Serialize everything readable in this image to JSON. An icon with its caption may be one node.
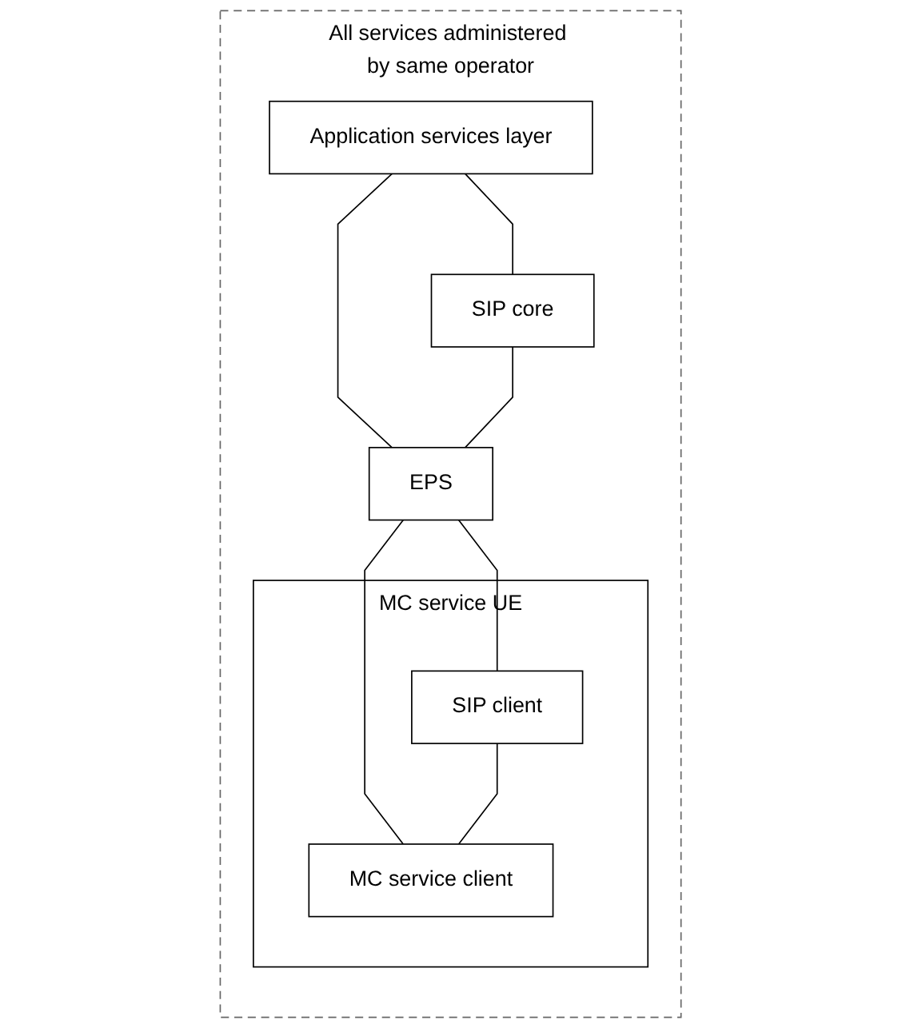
{
  "diagram": {
    "nodes": [
      {
        "text": [
          "All services administered by same operator"
        ]
      },
      {
        "text": [
          "Application services layer"
        ],
        "in": 0
      },
      {
        "text": [
          "SIP core"
        ],
        "in": 0
      },
      {
        "text": [
          "EPS"
        ],
        "in": 0
      },
      {
        "text": [
          "MC service UE"
        ],
        "in": 0
      },
      {
        "text": [
          "SIP client"
        ],
        "in": 4
      },
      {
        "text": [
          "MC service client"
        ],
        "in": 4
      }
    ],
    "edges": [
      {
        "from": 1,
        "to": 3,
        "arrow": "none"
      },
      {
        "from": 1,
        "to": 2,
        "arrow": "none"
      },
      {
        "from": 2,
        "to": 3,
        "arrow": "none"
      },
      {
        "from": 3,
        "to": 6,
        "arrow": "none"
      },
      {
        "from": 3,
        "to": 5,
        "arrow": "none"
      },
      {
        "from": 5,
        "to": 6,
        "arrow": "none"
      }
    ]
  }
}
